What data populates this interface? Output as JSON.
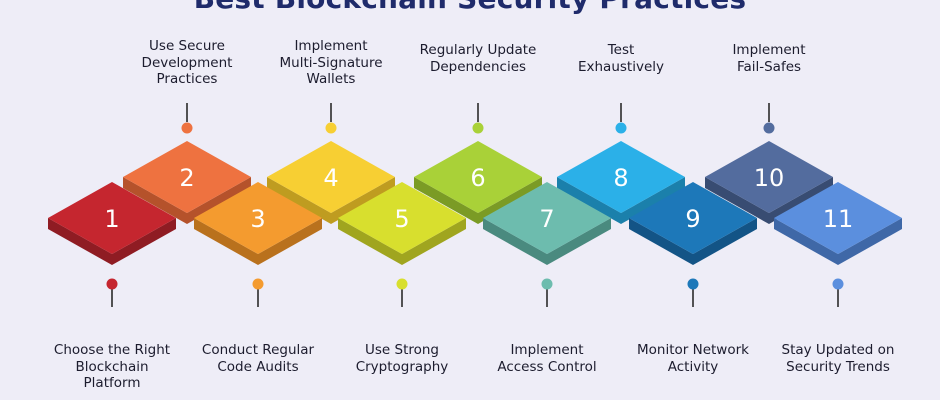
{
  "title": "Best Blockchain Security Practices",
  "steps": [
    {
      "number": "1",
      "label": "Choose the Right\nBlockchain\nPlatform",
      "position": "bottom",
      "color": "#c5262f",
      "side_color": "#8f1c23"
    },
    {
      "number": "2",
      "label": "Use Secure\nDevelopment\nPractices",
      "position": "top",
      "color": "#ee7240",
      "side_color": "#b5522b"
    },
    {
      "number": "3",
      "label": "Conduct Regular\nCode Audits",
      "position": "bottom",
      "color": "#f49b2f",
      "side_color": "#b9711d"
    },
    {
      "number": "4",
      "label": "Implement\nMulti-Signature\nWallets",
      "position": "top",
      "color": "#f7cf33",
      "side_color": "#bf9c20"
    },
    {
      "number": "5",
      "label": "Use Strong\nCryptography",
      "position": "bottom",
      "color": "#d8df2e",
      "side_color": "#a0a51f"
    },
    {
      "number": "6",
      "label": "Regularly Update\nDependencies",
      "position": "top",
      "color": "#a9d138",
      "side_color": "#7b9b25"
    },
    {
      "number": "7",
      "label": "Implement\nAccess Control",
      "position": "bottom",
      "color": "#6dbcae",
      "side_color": "#4a8a7f"
    },
    {
      "number": "8",
      "label": "Test\nExhaustively",
      "position": "top",
      "color": "#2bb0e8",
      "side_color": "#1b80ab"
    },
    {
      "number": "9",
      "label": "Monitor Network\nActivity",
      "position": "bottom",
      "color": "#1d78b9",
      "side_color": "#135486"
    },
    {
      "number": "10",
      "label": "Implement\nFail-Safes",
      "position": "top",
      "color": "#536c9e",
      "side_color": "#384c72"
    },
    {
      "number": "11",
      "label": "Stay Updated on\nSecurity Trends",
      "position": "bottom",
      "color": "#5b8fde",
      "side_color": "#3f68a7"
    }
  ],
  "colors": {
    "background": "#eeedf7",
    "title": "#1f2b6b",
    "connector": "#2a2a2a"
  }
}
